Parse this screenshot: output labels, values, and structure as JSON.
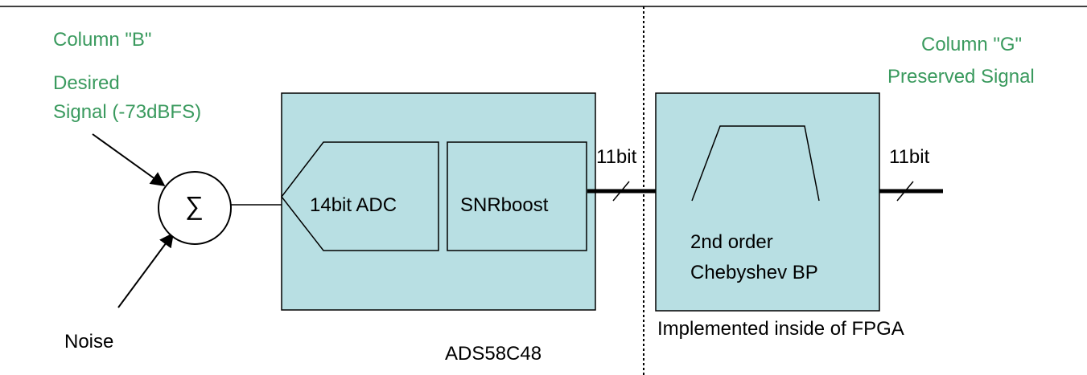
{
  "input": {
    "column": "Column \"B\"",
    "desired_line1": "Desired",
    "desired_line2": "Signal (-73dBFS)",
    "noise": "Noise",
    "sum_symbol": "∑"
  },
  "adc_block": {
    "adc_label": "14bit ADC",
    "snr_label": "SNRboost",
    "part_name": "ADS58C48"
  },
  "links": {
    "bus1_width": "11bit",
    "bus2_width": "11bit"
  },
  "fpga_block": {
    "filter_line1": "2nd order",
    "filter_line2": "Chebyshev BP",
    "note": "Implemented inside of FPGA"
  },
  "output": {
    "column": "Column \"G\"",
    "label": "Preserved Signal"
  },
  "colors": {
    "block_fill": "#b8dfe3",
    "label_green": "#3a9a5e",
    "line": "#000000"
  }
}
